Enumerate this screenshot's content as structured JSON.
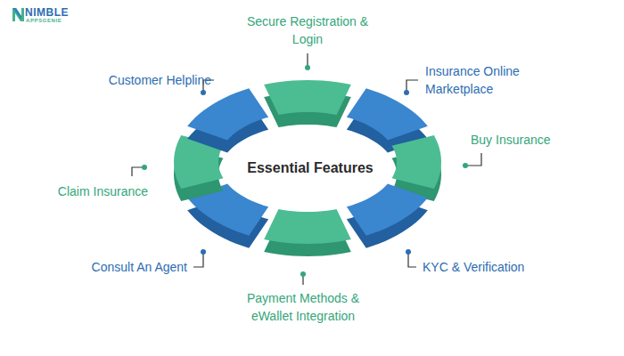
{
  "diagram": {
    "title": "Essential Features",
    "nodes": [
      {
        "text": [
          "Secure Registration & Login"
        ]
      },
      {
        "text": [
          "Insurance Online Marketplace"
        ]
      },
      {
        "text": [
          "Buy Insurance"
        ]
      },
      {
        "text": [
          "KYC & Verification"
        ]
      },
      {
        "text": [
          "Payment Methods & eWallet Integration"
        ]
      },
      {
        "text": [
          "Consult An Agent"
        ]
      },
      {
        "text": [
          "Claim Insurance"
        ]
      },
      {
        "text": [
          "Customer Helpline"
        ]
      }
    ],
    "labels": [
      "NIMBLE",
      "APPSGENIE"
    ]
  }
}
